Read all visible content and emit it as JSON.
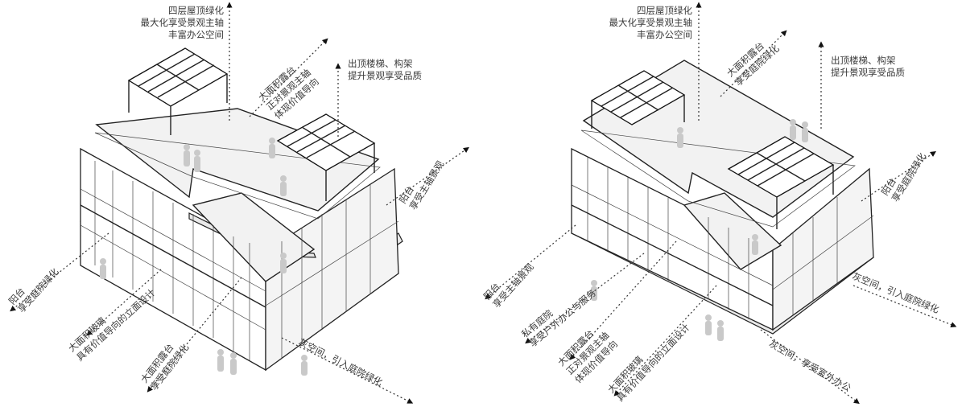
{
  "left": {
    "roof_green": [
      "四层屋顶绿化",
      "最大化享受景观主轴",
      "丰富办公空间"
    ],
    "terrace_top": [
      "大面积露台",
      "正对景观主轴",
      "体现价值导向"
    ],
    "stair_frame": [
      "出顶楼梯、构架",
      "提升景观享受品质"
    ],
    "balcony_right": [
      "阳台",
      "享受主轴景观"
    ],
    "balcony_left": [
      "阳台",
      "享受庭院绿化"
    ],
    "glass_facade": [
      "大面积玻璃",
      "具有价值导向的立面设计"
    ],
    "terrace_bottom": [
      "大面积露台",
      "享受庭院绿化"
    ],
    "gray_space": [
      "灰空间，引入庭院绿化"
    ]
  },
  "right": {
    "roof_green": [
      "四层屋顶绿化",
      "最大化享受景观主轴",
      "丰富办公空间"
    ],
    "terrace_top": [
      "大面积露台",
      "享受庭院绿化"
    ],
    "stair_frame": [
      "出顶楼梯、构架",
      "提升景观享受品质"
    ],
    "balcony_right": [
      "阳台",
      "享受庭院绿化"
    ],
    "balcony_left": [
      "阳台",
      "享受主轴景观"
    ],
    "courtyard": [
      "私有庭院",
      "享受户外办公与服务"
    ],
    "terrace_mid": [
      "大面积露台",
      "正对景观主轴",
      "体现价值导向"
    ],
    "glass_facade": [
      "大面积玻璃",
      "具有价值导向的立面设计"
    ],
    "gray_space_right": [
      "灰空间，引入庭院绿化"
    ],
    "gray_space_bottom": [
      "灰空间，享受室外办公"
    ]
  }
}
